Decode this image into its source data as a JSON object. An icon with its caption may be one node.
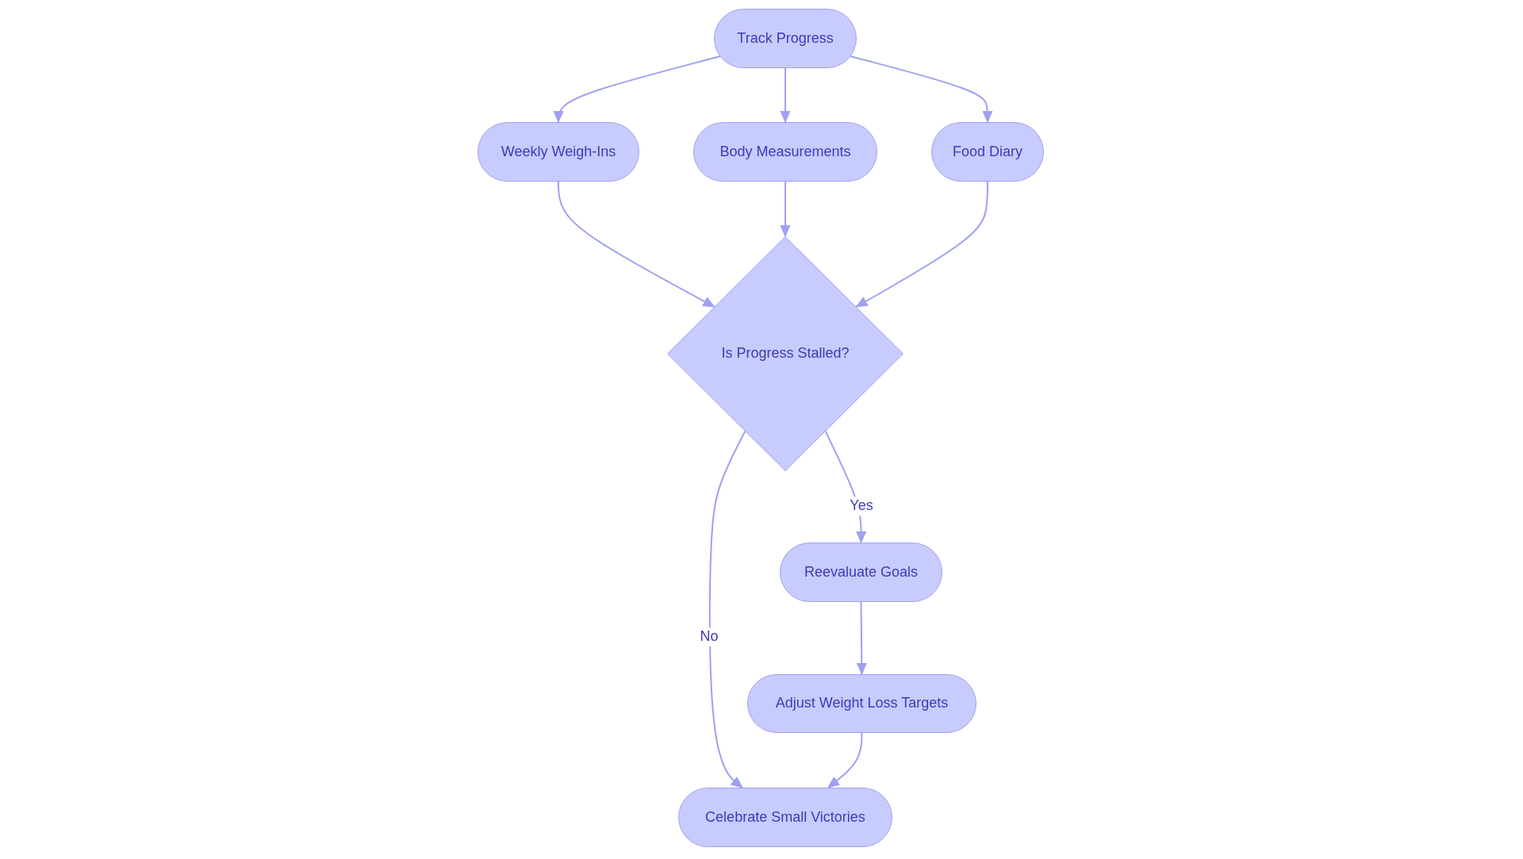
{
  "diagram": {
    "nodes": [
      {
        "text": [
          "Track Progress"
        ]
      },
      {
        "text": [
          "Weekly Weigh-Ins"
        ]
      },
      {
        "text": [
          "Body Measurements"
        ]
      },
      {
        "text": [
          "Food Diary"
        ]
      },
      {
        "text": [
          "Is Progress Stalled?"
        ]
      },
      {
        "text": [
          "Reevaluate Goals"
        ]
      },
      {
        "text": [
          "Adjust Weight Loss Targets"
        ]
      },
      {
        "text": [
          "Celebrate Small Victories"
        ]
      }
    ],
    "edges": [
      {
        "from": 0,
        "to": 1,
        "arrow": "to"
      },
      {
        "from": 0,
        "to": 2,
        "arrow": "to"
      },
      {
        "from": 0,
        "to": 3,
        "arrow": "to"
      },
      {
        "from": 1,
        "to": 4,
        "arrow": "to"
      },
      {
        "from": 2,
        "to": 4,
        "arrow": "to"
      },
      {
        "from": 3,
        "to": 4,
        "arrow": "to"
      },
      {
        "from": 4,
        "to": 5,
        "label": "Yes",
        "arrow": "to"
      },
      {
        "from": 4,
        "to": 7,
        "label": "No",
        "arrow": "to"
      },
      {
        "from": 5,
        "to": 6,
        "arrow": "to"
      },
      {
        "from": 6,
        "to": 7,
        "arrow": "to"
      }
    ]
  }
}
